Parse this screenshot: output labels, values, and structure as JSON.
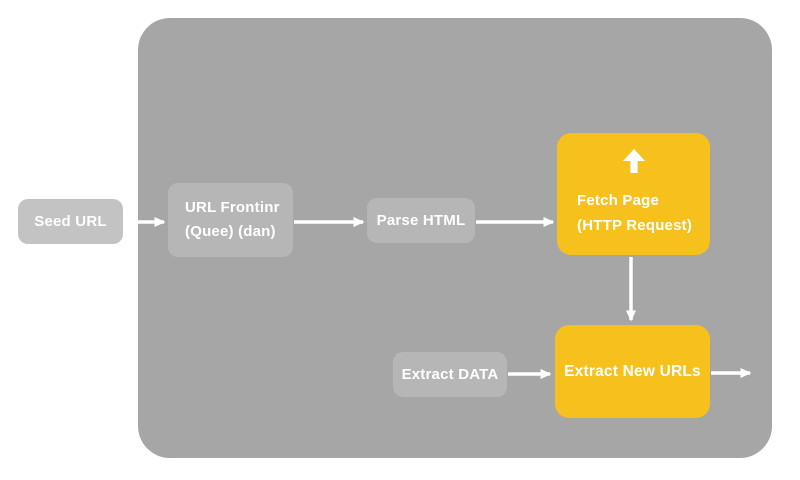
{
  "diagram": {
    "type": "flowchart",
    "description": "Web crawler pipeline diagram",
    "colors": {
      "background": "#ffffff",
      "board_gray": "#a6a6a6",
      "node_gray": "#b6b6b6",
      "node_gray_light": "#c3c3c3",
      "node_yellow": "#f6c01d",
      "text_and_arrows": "#ffffff"
    },
    "nodes": {
      "seed_url": {
        "label": "Seed URL"
      },
      "url_frontier": {
        "label_line1": "URL Frontinr",
        "label_line2": "(Quee) (dan)"
      },
      "parse_html": {
        "label": "Parse HTML"
      },
      "fetch_page": {
        "label_line1": "Fetch Page",
        "label_line2": "(HTTP Request)",
        "icon": "arrow-up-icon"
      },
      "extract_data": {
        "label": "Extract DATA"
      },
      "extract_new_urls": {
        "label": "Extract New URLs"
      }
    },
    "edges": [
      {
        "from": "seed_url",
        "to": "url_frontier"
      },
      {
        "from": "url_frontier",
        "to": "parse_html"
      },
      {
        "from": "parse_html",
        "to": "fetch_page"
      },
      {
        "from": "fetch_page",
        "to": "extract_new_urls"
      },
      {
        "from": "extract_data",
        "to": "extract_new_urls"
      },
      {
        "from": "extract_new_urls",
        "to": "offscreen-right"
      }
    ]
  }
}
